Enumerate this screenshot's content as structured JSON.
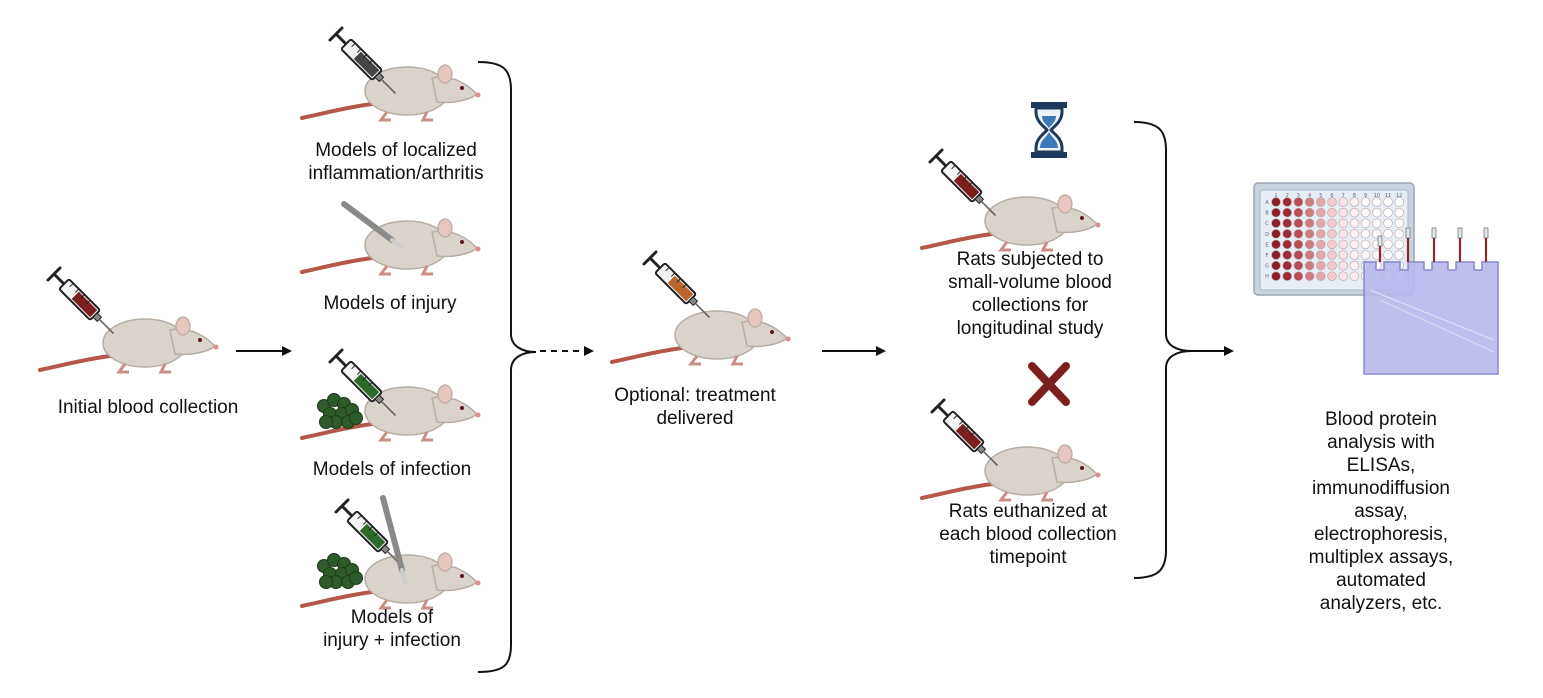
{
  "labels": {
    "initial": "Initial blood collection",
    "localized": "Models of localized\ninflammation/arthritis",
    "injury": "Models of injury",
    "infection": "Models of infection",
    "injury_infection": "Models of\ninjury + infection",
    "treatment": "Optional: treatment\ndelivered",
    "longitudinal": "Rats subjected to\nsmall-volume blood\ncollections for\nlongitudinal study",
    "euthanized": "Rats euthanized at\neach blood collection\ntimepoint",
    "analysis": "Blood protein analysis with\nELISAs, immunodiffusion\nassay, electrophoresis,\nmultiplex assays,\nautomated analyzers, etc."
  },
  "plate": {
    "row_letters": [
      "A",
      "B",
      "C",
      "D",
      "E",
      "F",
      "G",
      "H"
    ],
    "col_numbers": [
      "1",
      "2",
      "3",
      "4",
      "5",
      "6",
      "7",
      "8",
      "9",
      "10",
      "11",
      "12"
    ]
  },
  "colors": {
    "rat_body": "#d9d3cc",
    "rat_tail": "#b5574a",
    "syringe_red": "#7a1e1e",
    "syringe_gray": "#444444",
    "syringe_green": "#2e6b2a",
    "syringe_orange": "#b9652c",
    "bacteria": "#2f5a2a",
    "hourglass": "#1d3a5c",
    "hourglass_sand": "#3a78b8",
    "cross": "#7a1e1e",
    "gel": "#b9b9ee",
    "plate": "#dce4ee"
  }
}
